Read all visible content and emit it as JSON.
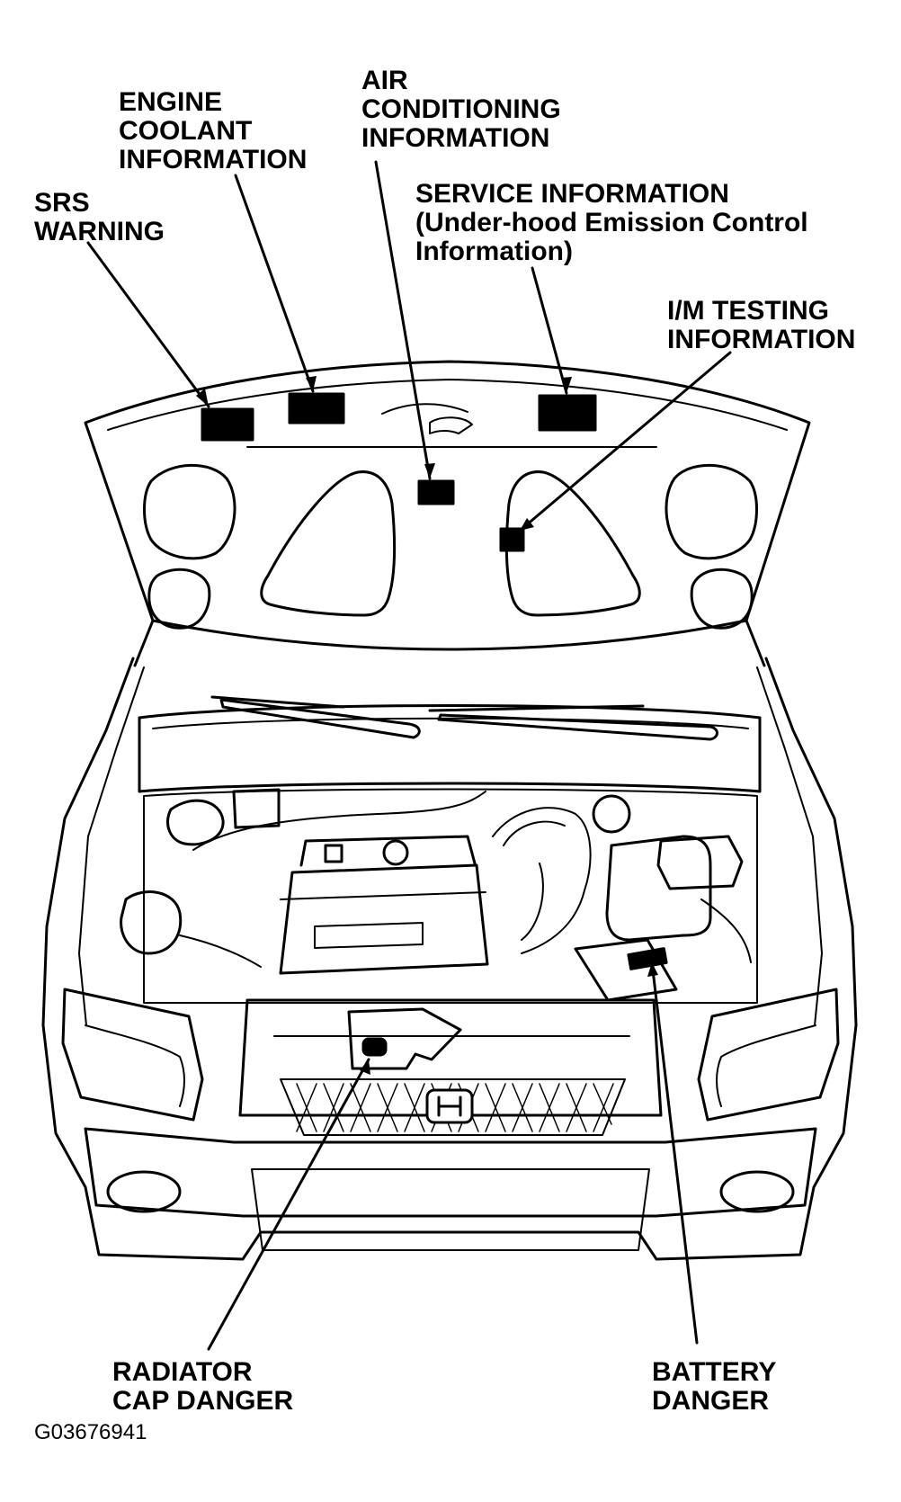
{
  "figure_code": "G03676941",
  "labels": {
    "engine_coolant": [
      "ENGINE",
      "COOLANT",
      "INFORMATION"
    ],
    "air_conditioning": [
      "AIR",
      "CONDITIONING",
      "INFORMATION"
    ],
    "srs_warning": [
      "SRS",
      "WARNING"
    ],
    "service_information": [
      "SERVICE INFORMATION",
      "(Under-hood Emission Control",
      "Information)"
    ],
    "im_testing": [
      "I/M TESTING",
      "INFORMATION"
    ],
    "radiator_cap": [
      "RADIATOR",
      "CAP DANGER"
    ],
    "battery": [
      "BATTERY",
      "DANGER"
    ]
  },
  "colors": {
    "ink": "#000000",
    "paper": "#ffffff"
  }
}
